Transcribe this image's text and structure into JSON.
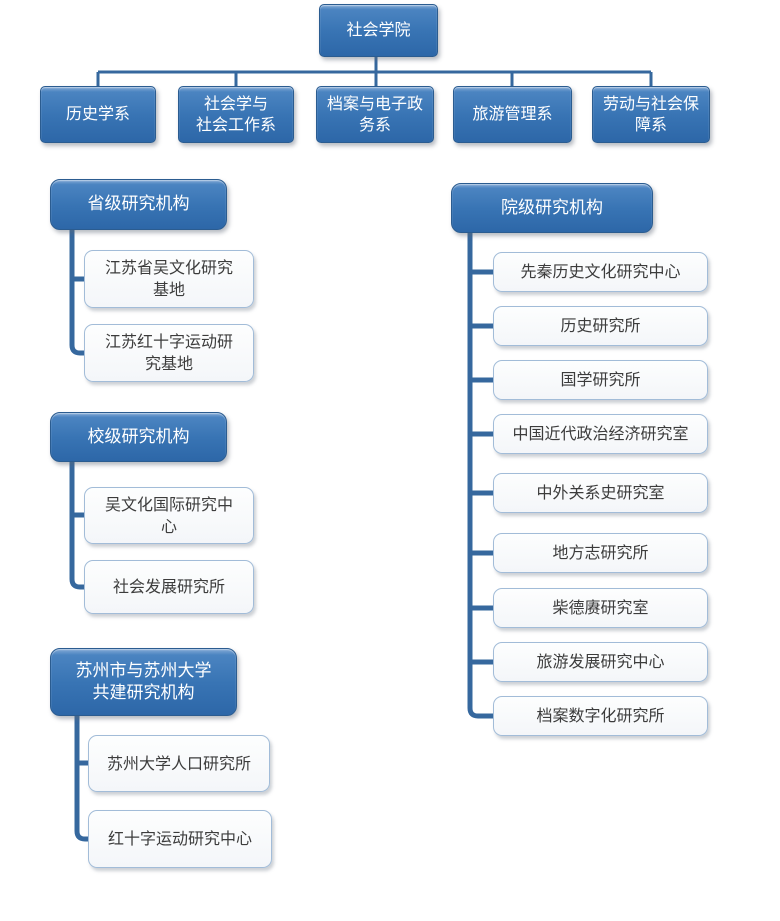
{
  "org": {
    "root": "社会学院",
    "departments": [
      "历史学系",
      "社会学与\n社会工作系",
      "档案与电子政务系",
      "旅游管理系",
      "劳动与社会保障系"
    ],
    "sections": [
      {
        "title": "省级研究机构",
        "items": [
          "江苏省吴文化研究基地",
          "江苏红十字运动研究基地"
        ]
      },
      {
        "title": "校级研究机构",
        "items": [
          "吴文化国际研究中心",
          "社会发展研究所"
        ]
      },
      {
        "title": "苏州市与苏州大学\n共建研究机构",
        "items": [
          "苏州大学人口研究所",
          "红十字运动研究中心"
        ]
      },
      {
        "title": "院级研究机构",
        "items": [
          "先秦历史文化研究中心",
          "历史研究所",
          "国学研究所",
          "中国近代政治经济研究室",
          "中外关系史研究室",
          "地方志研究所",
          "柴德赓研究室",
          "旅游发展研究中心",
          "档案数字化研究所"
        ]
      }
    ]
  },
  "colors": {
    "node_fill": "#3874b4",
    "node_border": "#2b5c90",
    "connector": "#36689e",
    "leaf_fill": "#f8fafc",
    "leaf_border": "#a2bcd8",
    "text_on_blue": "#ffffff",
    "leaf_text": "#3c3c3c"
  }
}
